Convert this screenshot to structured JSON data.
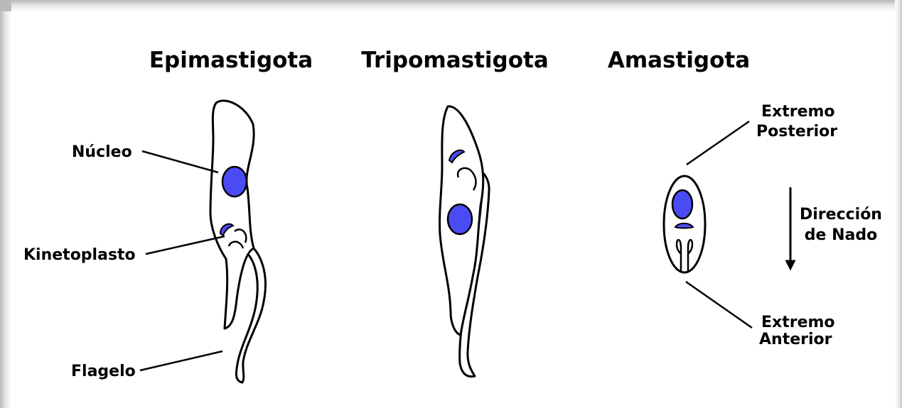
{
  "titles": {
    "epimastigota": "Epimastigota",
    "tripomastigota": "Tripomastigota",
    "amastigota": "Amastigota"
  },
  "labels": {
    "nucleo": "Núcleo",
    "kinetoplasto": "Kinetoplasto",
    "flagelo": "Flagelo",
    "extremo_posterior_1": "Extremo",
    "extremo_posterior_2": "Posterior",
    "direccion_1": "Dirección",
    "direccion_2": "de Nado",
    "extremo_anterior_1": "Extremo",
    "extremo_anterior_2": "Anterior"
  },
  "colors": {
    "organelle": "#4B4BF5",
    "outline": "#000000",
    "background": "#ffffff"
  }
}
